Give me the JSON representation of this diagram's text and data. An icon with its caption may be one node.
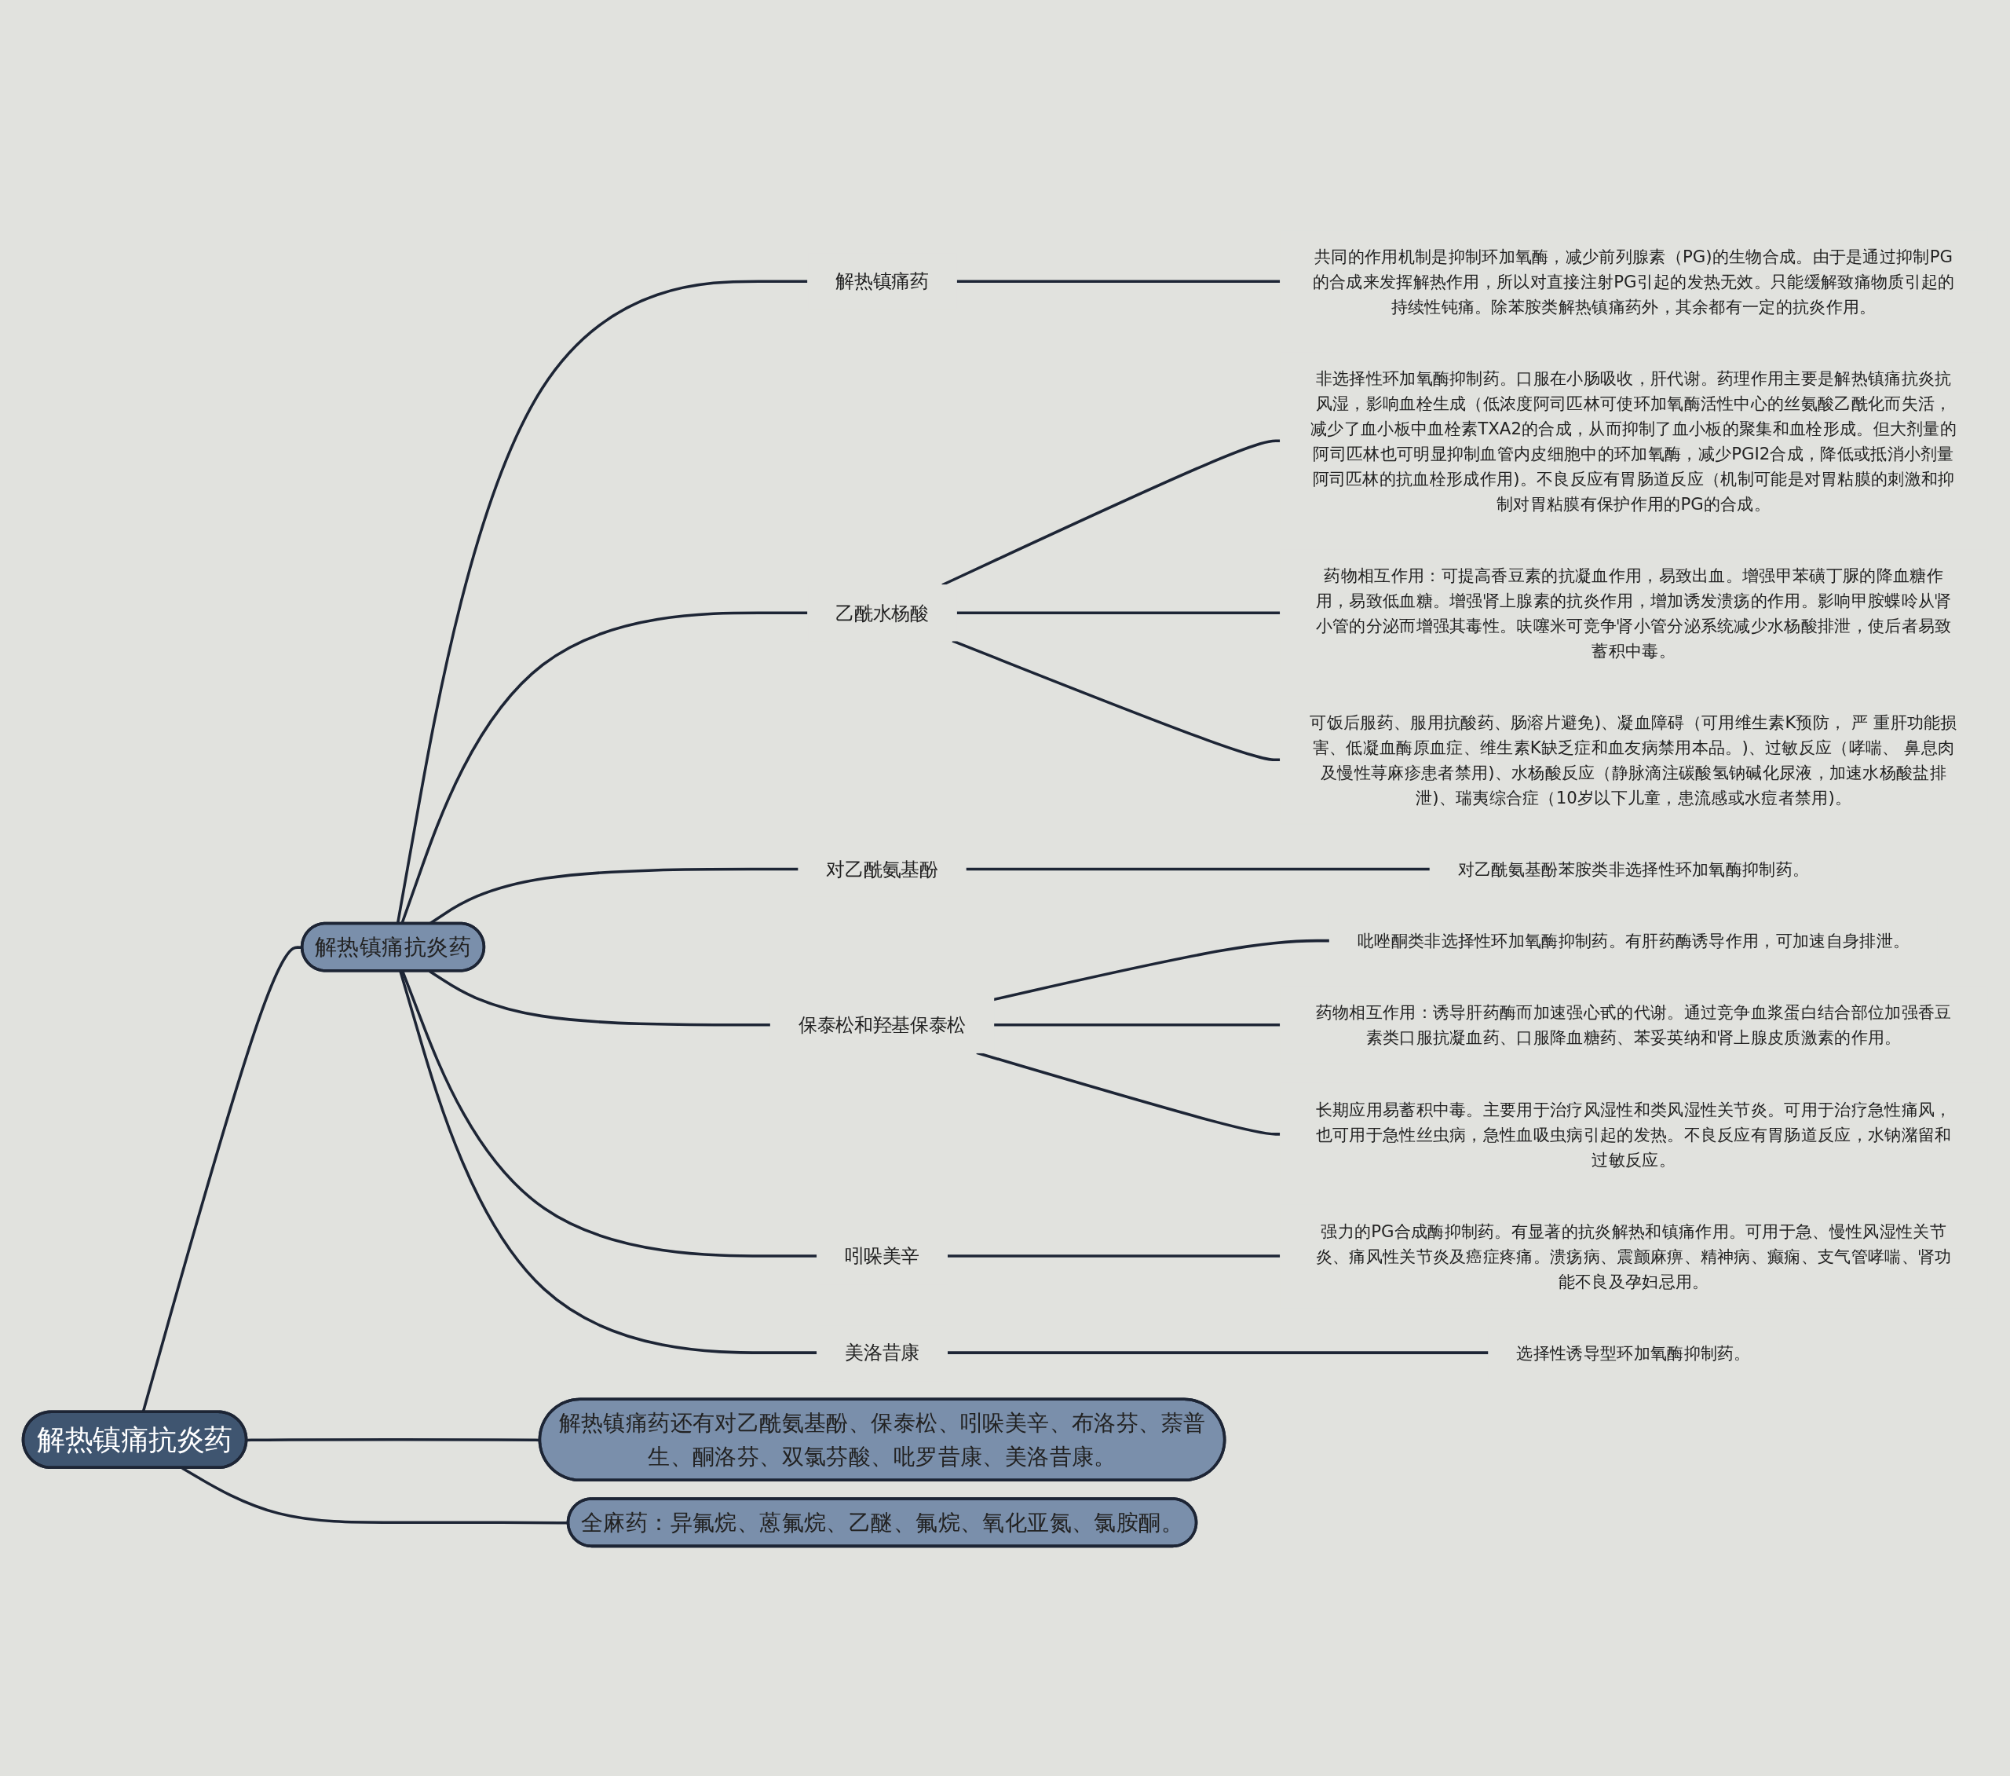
{
  "diagram": {
    "nodes": [
      {
        "text": [
          "解热镇痛抗炎药"
        ]
      },
      {
        "text": [
          "解热镇痛抗炎药"
        ]
      },
      {
        "text": [
          "解热镇痛药"
        ]
      },
      {
        "text": [
          "共同的作用机制是抑制环加氧酶，减少前列腺素（PG)的生物合成。由于是通过抑制PG的合成来发挥解热作用，所以对直接注射PG引起的发热无效。只能缓解致痛物质引起的持续性钝痛。除苯胺类解热镇痛药外，其余都有一定的抗炎作用。"
        ]
      },
      {
        "text": [
          "乙酰水杨酸"
        ]
      },
      {
        "text": [
          "非选择性环加氧酶抑制药。口服在小肠吸收，肝代谢。药理作用主要是解热镇痛抗炎抗风湿，影响血栓生成（低浓度阿司匹林可使环加氧酶活性中心的丝氨酸乙酰化而失活，减少了血小板中血栓素TXA2的合成，从而抑制了血小板的聚集和血栓形成。但大剂量的阿司匹林也可明显抑制血管内皮细胞中的环加氧酶，减少PGI2合成，降低或抵消小剂量阿司匹林的抗血栓形成作用)。不良反应有胃肠道反应（机制可能是对胃粘膜的刺激和抑制对胃粘膜有保护作用的PG的合成。"
        ]
      },
      {
        "text": [
          "药物相互作用：可提高香豆素的抗凝血作用，易致出血。增强甲苯磺丁脲的降血糖作用，易致低血糖。增强肾上腺素的抗炎作用，增加诱发溃疡的作用。影响甲胺蝶呤从肾小管的分泌而增强其毒性。呋噻米可竞争肾小管分泌系统减少水杨酸排泄，使后者易致蓄积中毒。"
        ]
      },
      {
        "text": [
          "可饭后服药、服用抗酸药、肠溶片避免)、凝血障碍（可用维生素K预防， 严 重肝功能损害、低凝血酶原血症、维生素K缺乏症和血友病禁用本品。)、过敏反应（哮喘、 鼻息肉及慢性荨麻疹患者禁用)、水杨酸反应（静脉滴注碳酸氢钠碱化尿液，加速水杨酸盐排泄)、瑞夷综合症（10岁以下儿童，患流感或水痘者禁用)。"
        ]
      },
      {
        "text": [
          "对乙酰氨基酚"
        ]
      },
      {
        "text": [
          "对乙酰氨基酚苯胺类非选择性环加氧酶抑制药。"
        ]
      },
      {
        "text": [
          "保泰松和羟基保泰松"
        ]
      },
      {
        "text": [
          "吡唑酮类非选择性环加氧酶抑制药。有肝药酶诱导作用，可加速自身排泄。"
        ]
      },
      {
        "text": [
          "药物相互作用：诱导肝药酶而加速强心甙的代谢。通过竞争血浆蛋白结合部位加强香豆素类口服抗凝血药、口服降血糖药、苯妥英纳和肾上腺皮质激素的作用。"
        ]
      },
      {
        "text": [
          "长期应用易蓄积中毒。主要用于治疗风湿性和类风湿性关节炎。可用于治疗急性痛风，也可用于急性丝虫病，急性血吸虫病引起的发热。不良反应有胃肠道反应，水钠潴留和过敏反应。"
        ]
      },
      {
        "text": [
          "吲哚美辛"
        ]
      },
      {
        "text": [
          "强力的PG合成酶抑制药。有显著的抗炎解热和镇痛作用。可用于急、慢性风湿性关节炎、痛风性关节炎及癌症疼痛。溃疡病、震颤麻痹、精神病、癫痫、支气管哮喘、肾功能不良及孕妇忌用。"
        ]
      },
      {
        "text": [
          "美洛昔康"
        ]
      },
      {
        "text": [
          "选择性诱导型环加氧酶抑制药。"
        ]
      },
      {
        "text": [
          "解热镇痛药还有对乙酰氨基酚、保泰松、吲哚美辛、布洛芬、萘普生、酮洛芬、双氯芬酸、吡罗昔康、美洛昔康。"
        ]
      },
      {
        "text": [
          "全麻药：异氟烷、蒽氟烷、乙醚、氟烷、氧化亚氮、氯胺酮。"
        ]
      }
    ],
    "edges": [
      {
        "from": 0,
        "to": 1,
        "arrow": "none"
      },
      {
        "from": 1,
        "to": 2,
        "arrow": "none"
      },
      {
        "from": 2,
        "to": 3,
        "arrow": "none"
      },
      {
        "from": 1,
        "to": 4,
        "arrow": "none"
      },
      {
        "from": 4,
        "to": 5,
        "arrow": "none"
      },
      {
        "from": 4,
        "to": 6,
        "arrow": "none"
      },
      {
        "from": 4,
        "to": 7,
        "arrow": "none"
      },
      {
        "from": 1,
        "to": 8,
        "arrow": "none"
      },
      {
        "from": 8,
        "to": 9,
        "arrow": "none"
      },
      {
        "from": 1,
        "to": 10,
        "arrow": "none"
      },
      {
        "from": 10,
        "to": 11,
        "arrow": "none"
      },
      {
        "from": 10,
        "to": 12,
        "arrow": "none"
      },
      {
        "from": 10,
        "to": 13,
        "arrow": "none"
      },
      {
        "from": 1,
        "to": 14,
        "arrow": "none"
      },
      {
        "from": 14,
        "to": 15,
        "arrow": "none"
      },
      {
        "from": 1,
        "to": 16,
        "arrow": "none"
      },
      {
        "from": 16,
        "to": 17,
        "arrow": "none"
      },
      {
        "from": 0,
        "to": 18,
        "arrow": "none"
      },
      {
        "from": 0,
        "to": 19,
        "arrow": "none"
      }
    ]
  }
}
